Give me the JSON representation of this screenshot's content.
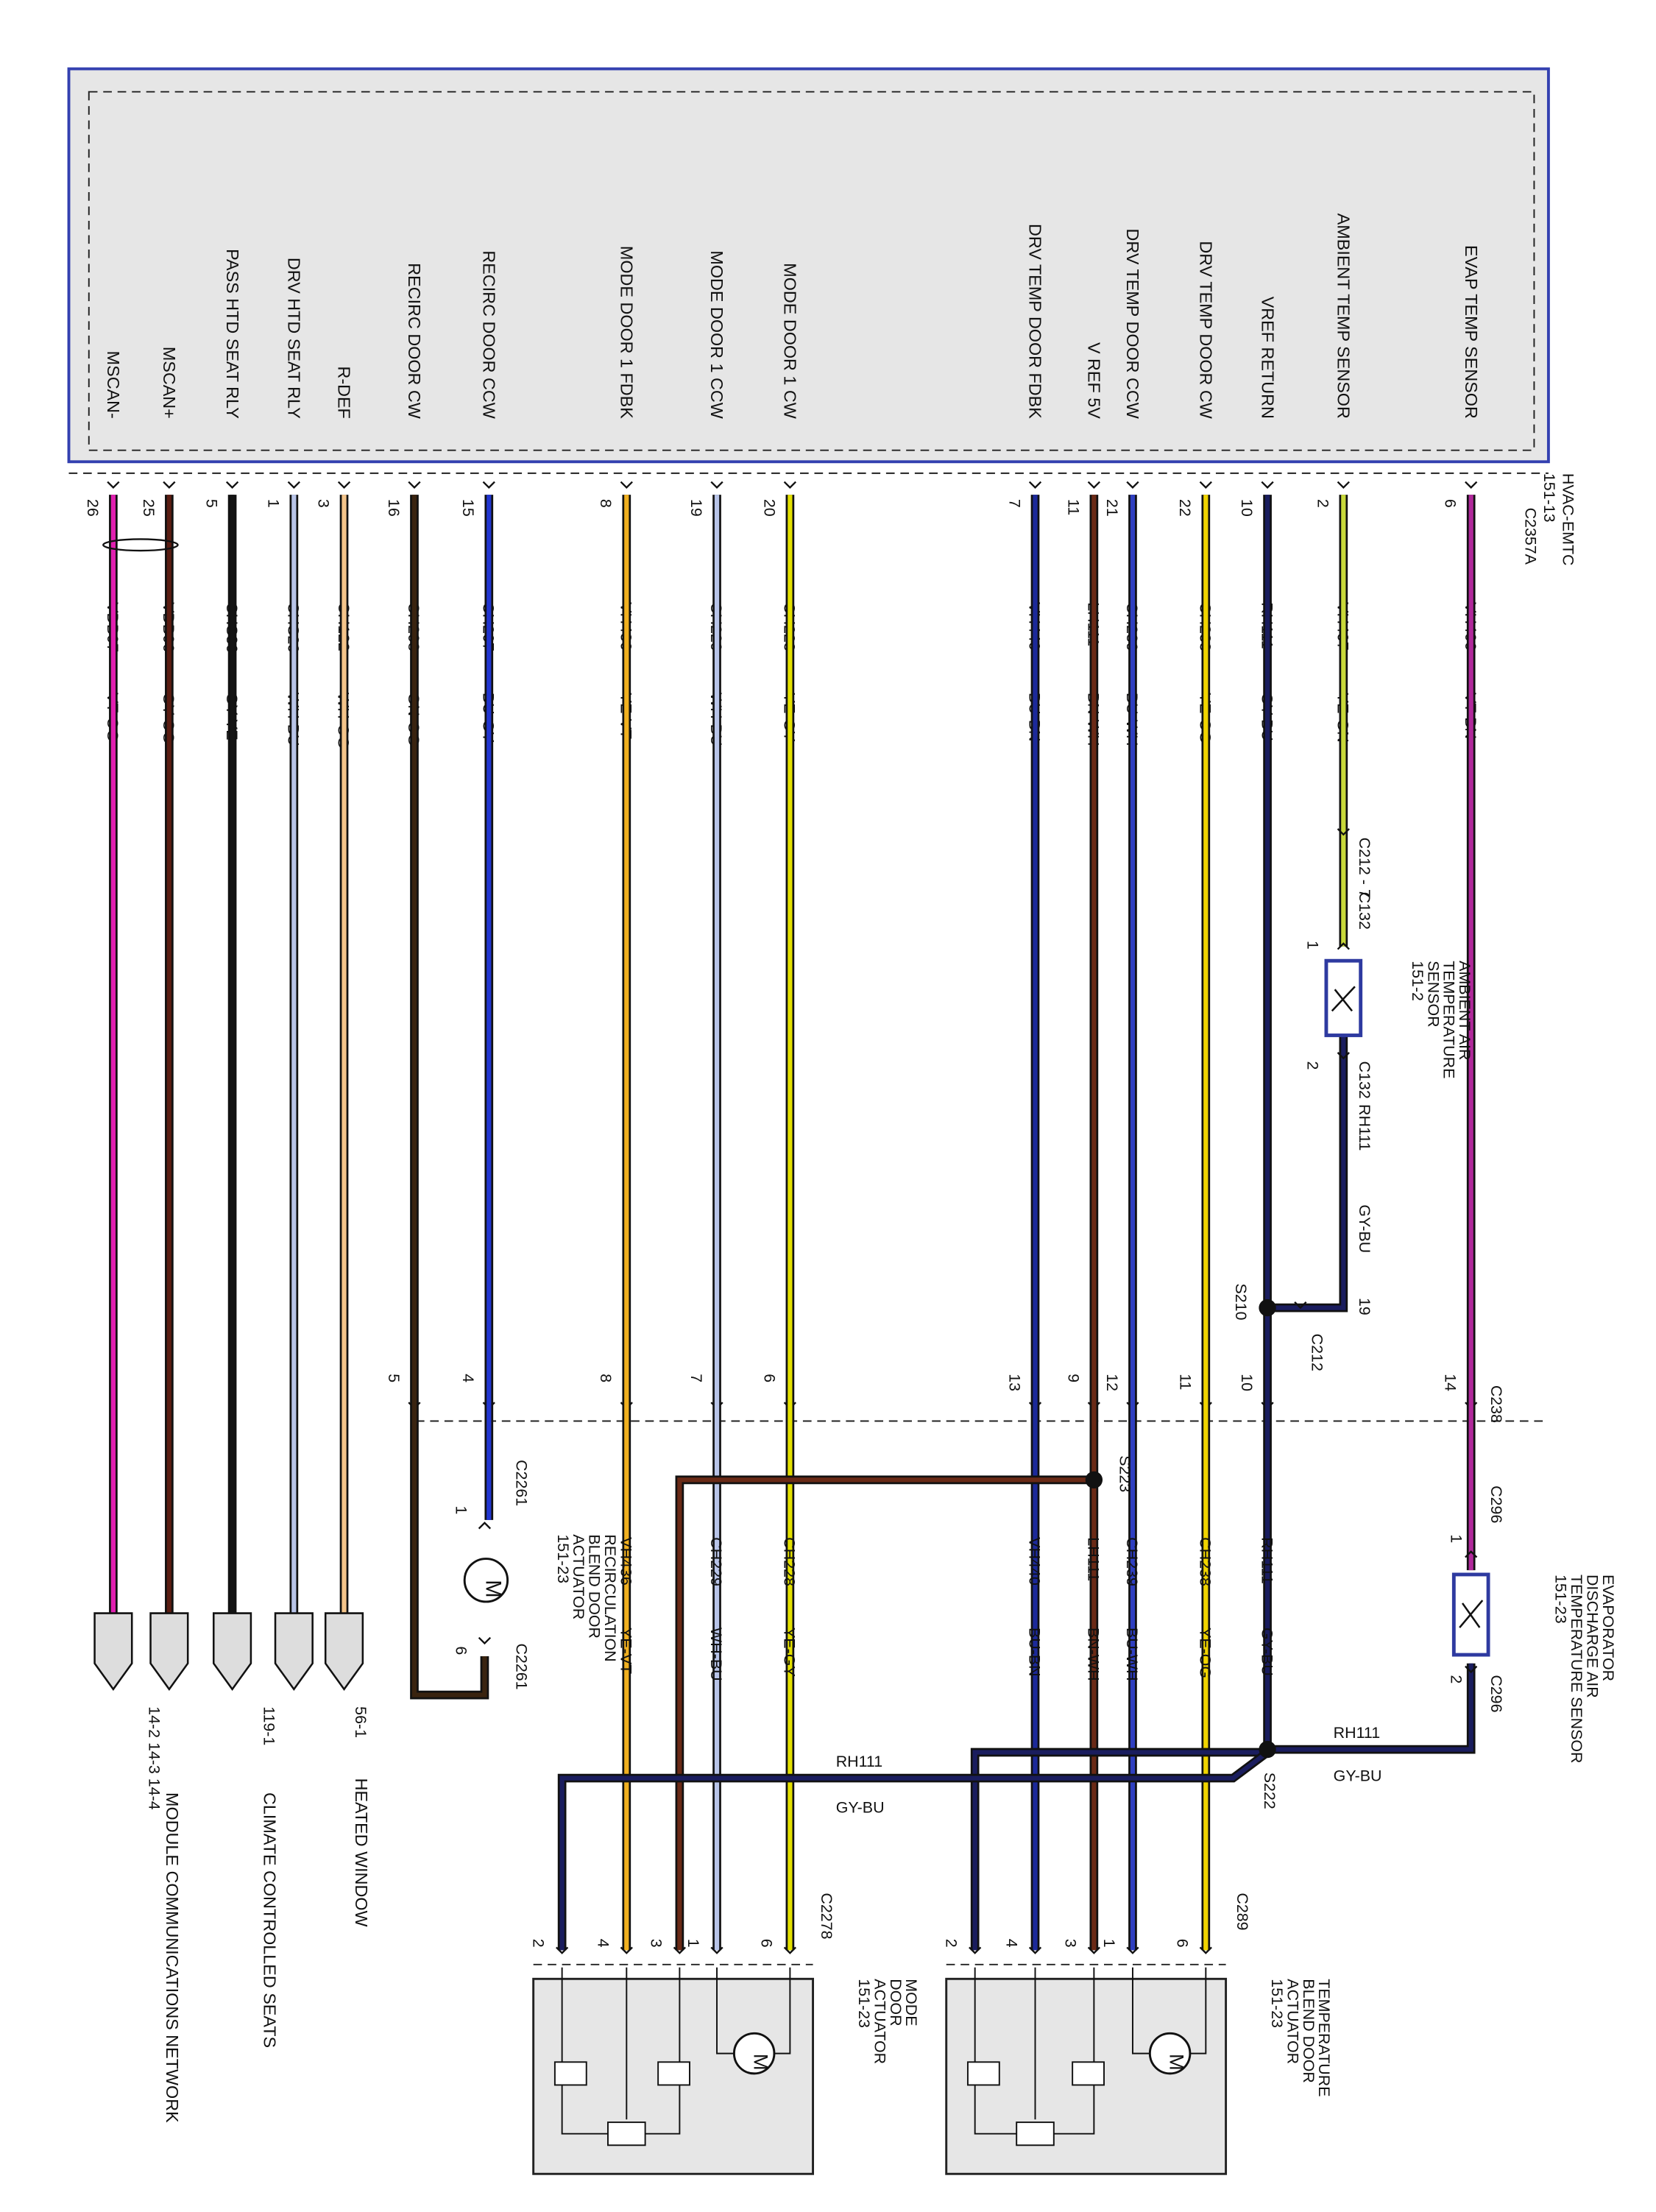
{
  "module": {
    "name": "HVAC-EMTC",
    "ref": "151-13",
    "connector": "C2357A",
    "pins": [
      {
        "pin": "6",
        "label": "EVAP TEMP SENSOR",
        "circuit": "VH406",
        "color": "VT-BN"
      },
      {
        "pin": "2",
        "label": "AMBIENT TEMP SENSOR",
        "circuit": "VH407",
        "color": "YE-GN"
      },
      {
        "pin": "10",
        "label": "VREF RETURN",
        "circuit": "RH111",
        "color": "GY-BU"
      },
      {
        "pin": "22",
        "label": "DRV TEMP DOOR CW",
        "circuit": "CH238",
        "color": "YE-OG"
      },
      {
        "pin": "21",
        "label": "DRV TEMP DOOR CCW",
        "circuit": "CH239",
        "color": "BU-WH"
      },
      {
        "pin": "11",
        "label": "V REF 5V",
        "circuit": "LH111",
        "color": "BN-WH"
      },
      {
        "pin": "7",
        "label": "DRV TEMP DOOR FDBK",
        "circuit": "VH440",
        "color": "BU-BN"
      },
      {
        "pin": "20",
        "label": "MODE DOOR 1 CW",
        "circuit": "CH228",
        "color": "YE-GY"
      },
      {
        "pin": "19",
        "label": "MODE DOOR 1 CCW",
        "circuit": "CH229",
        "color": "WH-BU"
      },
      {
        "pin": "8",
        "label": "MODE DOOR 1 FDBK",
        "circuit": "VH436",
        "color": "YE-VT"
      },
      {
        "pin": "15",
        "label": "RECIRC DOOR CCW",
        "circuit": "CH207",
        "color": "BU-GY"
      },
      {
        "pin": "16",
        "label": "RECIRC DOOR CW",
        "circuit": "CH208",
        "color": "GN-OG"
      },
      {
        "pin": "3",
        "label": "R-DEF",
        "circuit": "CH122",
        "color": "WH-OG"
      },
      {
        "pin": "1",
        "label": "DRV HTD SEAT RLY",
        "circuit": "CHS29",
        "color": "WH-BU"
      },
      {
        "pin": "5",
        "label": "PASS HTD SEAT RLY",
        "circuit": "CHS30",
        "color": "GY-YE"
      },
      {
        "pin": "25",
        "label": "MSCAN+",
        "circuit": "VDB06",
        "color": "GY-OG"
      },
      {
        "pin": "26",
        "label": "MSCAN-",
        "circuit": "VDB07",
        "color": "VT-OG"
      }
    ]
  },
  "wire_colors": {
    "VT-BN": "#b0289a",
    "YE-GN": "#c8d83a",
    "GY-BU": "#1a1d5e",
    "YE-OG": "#f0d400",
    "BU-WH": "#2f3fc0",
    "BN-WH": "#6a2a16",
    "BU-BN": "#1c2a9a",
    "YE-GY": "#e3e000",
    "WH-BU": "#b8c4e8",
    "YE-VT": "#f0b020",
    "BU-GY": "#2236d0",
    "GN-OG": "#3a2410",
    "WH-OG": "#f3c48a",
    "GY-YE": "#141414",
    "GY-OG": "#5a1d12",
    "VT-OG": "#e020b0"
  },
  "ambient_sensor": {
    "connector_top": "C212 - 7",
    "connector": "C132",
    "pin_in": "1",
    "pin_out": "2",
    "label_lines": [
      "AMBIENT AIR",
      "TEMPERATURE",
      "SENSOR",
      "151-2"
    ],
    "return_circuit": "RH111",
    "return_color": "GY-BU"
  },
  "c212": {
    "connector": "C212",
    "pin": "19"
  },
  "splices": {
    "s210": "S210",
    "s222": "S222",
    "s223": "S223"
  },
  "c238": {
    "connector": "C238",
    "pins": [
      {
        "key": "evap",
        "pin": "14"
      },
      {
        "key": "vref",
        "pin": "10"
      },
      {
        "key": "cw",
        "pin": "11"
      },
      {
        "key": "ccw",
        "pin": "12"
      },
      {
        "key": "v5",
        "pin": "9"
      },
      {
        "key": "fdbk",
        "pin": "13"
      },
      {
        "key": "m1cw",
        "pin": "6"
      },
      {
        "key": "m1ccw",
        "pin": "7"
      },
      {
        "key": "m1fdbk",
        "pin": "8"
      },
      {
        "key": "recccw",
        "pin": "4"
      },
      {
        "key": "reccw",
        "pin": "5"
      }
    ]
  },
  "evap_sensor": {
    "connector": "C296",
    "pin_in": "1",
    "pin_out": "2",
    "label_lines": [
      "EVAPORATOR",
      "DISCHARGE AIR",
      "TEMPERATURE SENSOR",
      "151-23"
    ],
    "return_circuit": "RH111",
    "return_color": "GY-BU"
  },
  "recirc_actuator": {
    "connector": "C2261",
    "pin_a": "1",
    "pin_b": "6",
    "motor": "M",
    "label_lines": [
      "RECIRCULATION",
      "BLEND DOOR",
      "ACTUATOR",
      "151-23"
    ]
  },
  "bus_labels": {
    "circuit": "RH111",
    "color": "GY-BU"
  },
  "temp_actuator": {
    "connector": "C289",
    "pins": [
      "6",
      "1",
      "3",
      "4",
      "2"
    ],
    "motor": "M",
    "label_lines": [
      "TEMPERATURE",
      "BLEND DOOR",
      "ACTUATOR",
      "151-23"
    ]
  },
  "mode_actuator": {
    "connector": "C2278",
    "pins": [
      "6",
      "1",
      "3",
      "4",
      "2"
    ],
    "motor": "M",
    "label_lines": [
      "MODE",
      "DOOR",
      "ACTUATOR",
      "151-23"
    ]
  },
  "destinations": [
    {
      "key": "rdef",
      "ref": "56-1",
      "name": "HEATED WINDOW"
    },
    {
      "key": "seats",
      "ref": "119-1",
      "name": "CLIMATE CONTROLLED SEATS"
    },
    {
      "key": "can",
      "ref": "14-2 14-3 14-4",
      "name": "MODULE COMMUNICATIONS NETWORK"
    }
  ]
}
